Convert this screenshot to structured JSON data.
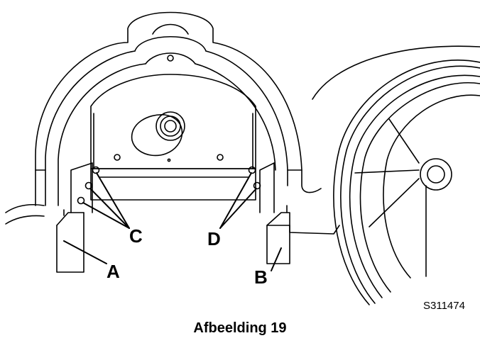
{
  "callouts": {
    "a": "A",
    "b": "B",
    "c": "C",
    "d": "D"
  },
  "reference_code": "S311474",
  "caption": "Afbeelding 19"
}
